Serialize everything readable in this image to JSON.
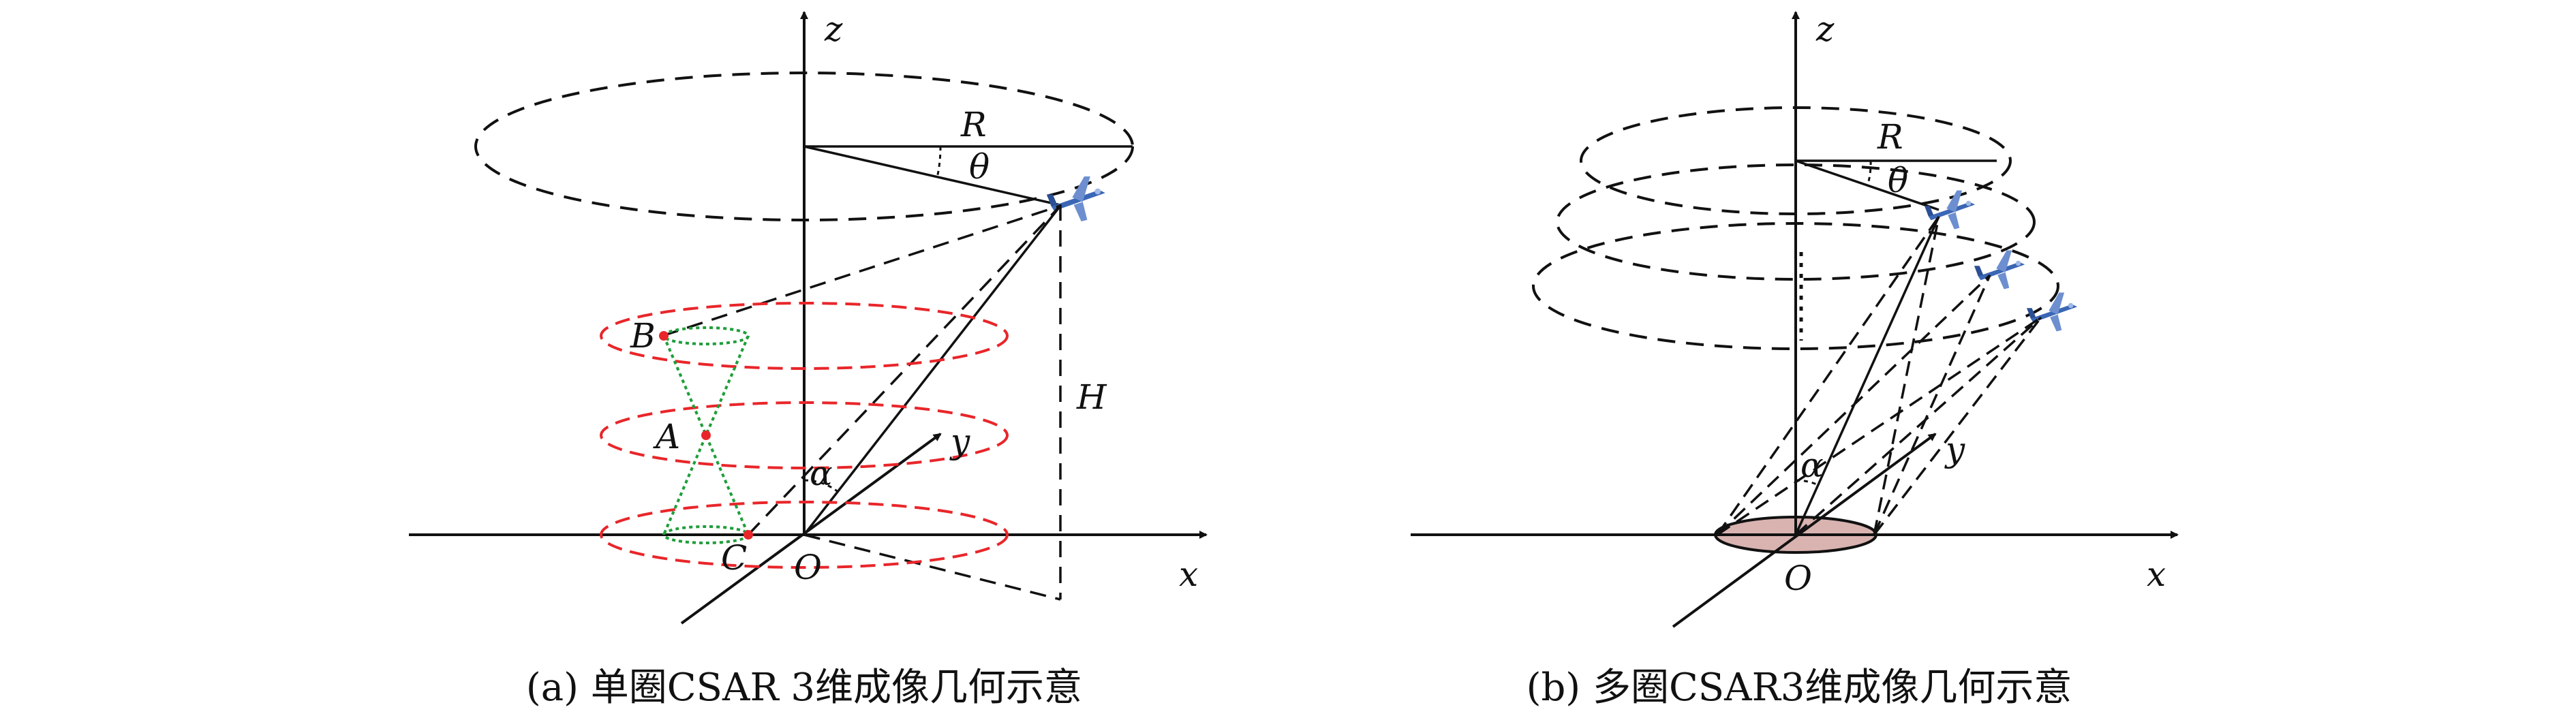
{
  "panel_a": {
    "axis_z": "z",
    "axis_x": "x",
    "axis_y": "y",
    "origin": "O",
    "radius": "R",
    "theta": "θ",
    "height": "H",
    "alpha": "α",
    "point_b": "B",
    "point_a": "A",
    "point_c": "C",
    "caption": "(a) 单圈CSAR 3维成像几何示意"
  },
  "panel_b": {
    "axis_z": "z",
    "axis_x": "x",
    "axis_y": "y",
    "origin": "O",
    "radius": "R",
    "theta": "θ",
    "alpha": "α",
    "caption": "(b) 多圈CSAR3维成像几何示意"
  },
  "colors": {
    "line": "#111111",
    "red_circles": "#e8262a",
    "green_cones": "#1e9e3a",
    "ground_disc_fill": "#d9b3b0",
    "aircraft": "#3a66b5"
  },
  "icons": {
    "aircraft": "airplane-icon"
  }
}
